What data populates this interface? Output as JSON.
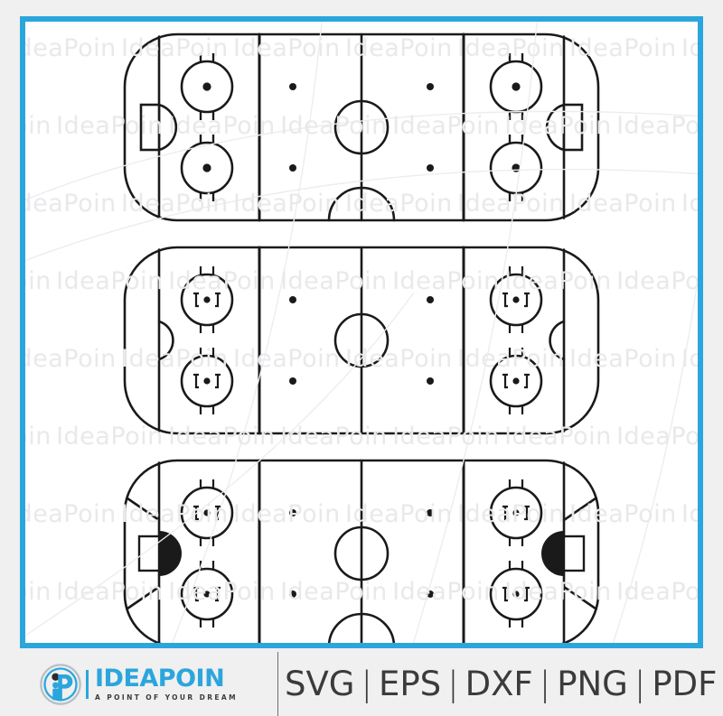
{
  "canvas": {
    "border_color": "#2ba6dd",
    "background": "#ffffff",
    "page_background": "#f0f0f0"
  },
  "watermark": {
    "text": "IdeaPoin",
    "color": "#e9e9ec",
    "columns": 6,
    "rows": 8
  },
  "footer": {
    "brand_name": "IDEAPOIN",
    "brand_tagline": "A POINT OF YOUR DREAM",
    "brand_color": "#2ba6dd",
    "logo_icon": "ideapoin-circle-p-logo",
    "divider_color": "#6e6e6e",
    "formats": [
      "SVG",
      "EPS",
      "DXF",
      "PNG",
      "PDF"
    ],
    "format_separator": "|",
    "format_text_color": "#3b3b3b"
  },
  "diagram": {
    "subject": "ice-hockey-rink",
    "variant_count": 3,
    "stroke_color": "#1a1a1a",
    "fill_color": "#ffffff",
    "variants": [
      {
        "id": "rink-detailed",
        "label": "Ice hockey rink with goal nets and plain faceoff dots",
        "faceoff_style": "plain-dot",
        "crease_style": "outline-semicircle-with-goal-rectangle",
        "has_trapezoid": false,
        "has_referee_crease": true,
        "faceoff_circles": 4,
        "neutral_zone_dots": 4,
        "center_circle": true
      },
      {
        "id": "rink-simple",
        "label": "Ice hockey rink with hash-mark faceoff circles, no goal nets",
        "faceoff_style": "hash-marks",
        "crease_style": "outline-semicircle",
        "has_trapezoid": false,
        "has_referee_crease": false,
        "faceoff_circles": 4,
        "neutral_zone_dots": 4,
        "center_circle": true
      },
      {
        "id": "rink-filled-crease",
        "label": "Ice hockey rink with filled creases and trapezoid lines",
        "faceoff_style": "hash-marks",
        "crease_style": "filled-semicircle-with-goal-rectangle",
        "has_trapezoid": true,
        "has_referee_crease": true,
        "faceoff_circles": 4,
        "neutral_zone_dots": 4,
        "center_circle": true
      }
    ]
  }
}
